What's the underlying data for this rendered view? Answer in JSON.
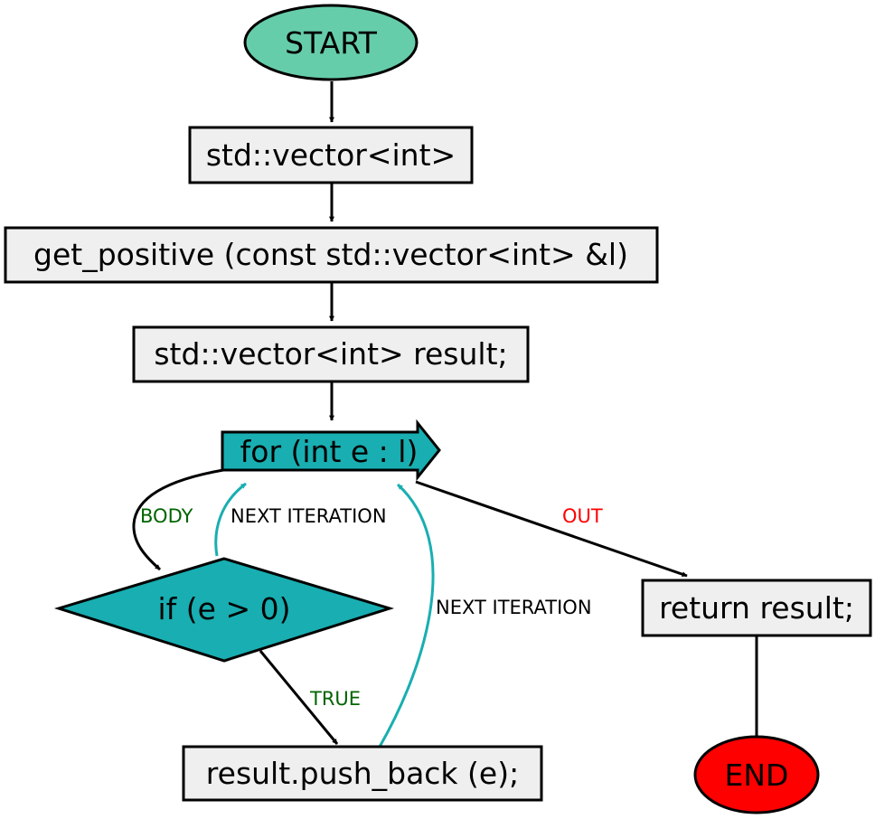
{
  "colors": {
    "start": "#66cdaa",
    "end": "#ff0000",
    "process": "#efefef",
    "loop": "#19aeb1",
    "decision": "#19aeb1",
    "edge": "#000000",
    "loop_edge": "#19aeb1",
    "label_body": "#006400",
    "label_true": "#006400",
    "label_out": "#ff0000",
    "label_next": "#000000"
  },
  "nodes": {
    "start": "START",
    "type_decl": "std::vector<int>",
    "func_sig": "get_positive (const std::vector<int> &l)",
    "result_decl": "std::vector<int> result;",
    "for_loop": "for (int e : l)",
    "if_cond": "if (e > 0)",
    "push_back": "result.push_back (e);",
    "return_stmt": "return result;",
    "end": "END"
  },
  "edge_labels": {
    "body": "BODY",
    "next_iteration_1": "NEXT ITERATION",
    "next_iteration_2": "NEXT ITERATION",
    "out": "OUT",
    "true": "TRUE"
  }
}
